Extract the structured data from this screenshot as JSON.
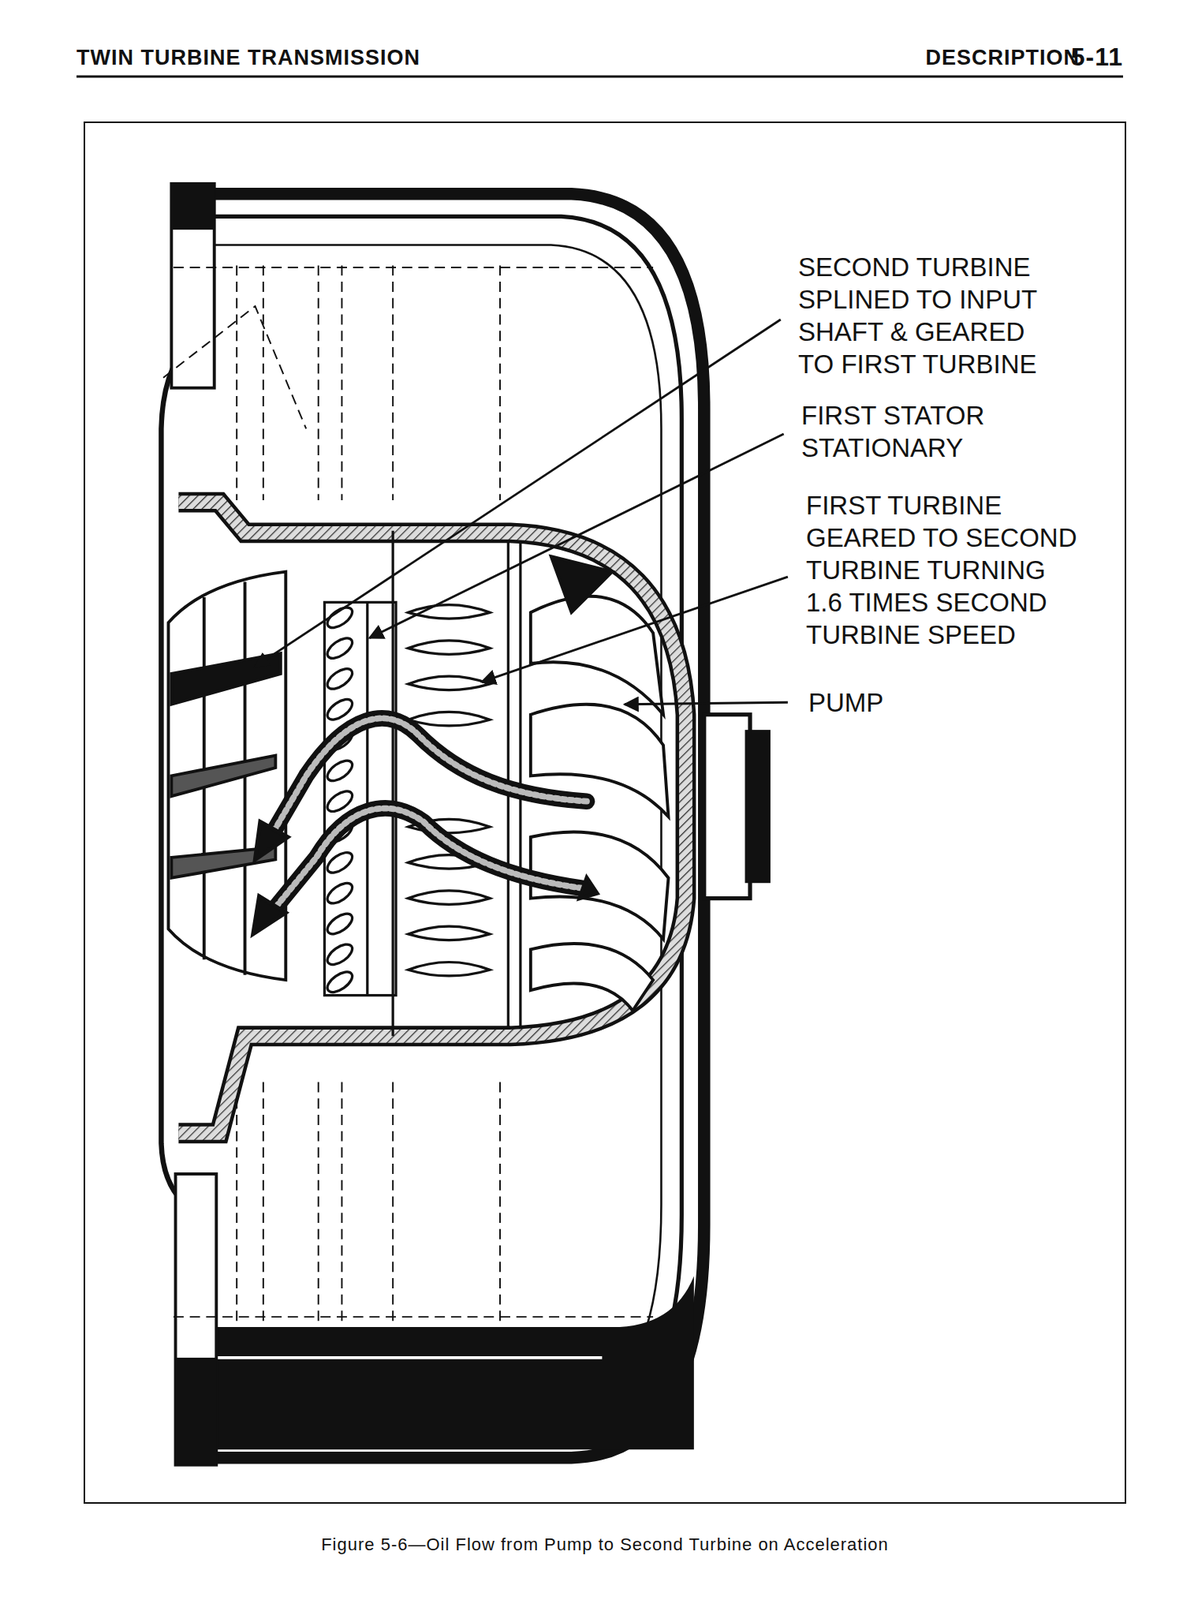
{
  "diagram": {
    "caption": "Figure 5-6—Oil Flow from Pump to Second Turbine on Acceleration",
    "labels": [
      "TWIN TURBINE TRANSMISSION",
      "DESCRIPTION",
      "5-11",
      "SECOND TURBINE SPLINED TO INPUT SHAFT & GEARED TO FIRST TURBINE",
      "FIRST STATOR STATIONARY",
      "FIRST TURBINE GEARED TO SECOND TURBINE TURNING 1.6 TIMES SECOND TURBINE SPEED",
      "PUMP"
    ]
  }
}
